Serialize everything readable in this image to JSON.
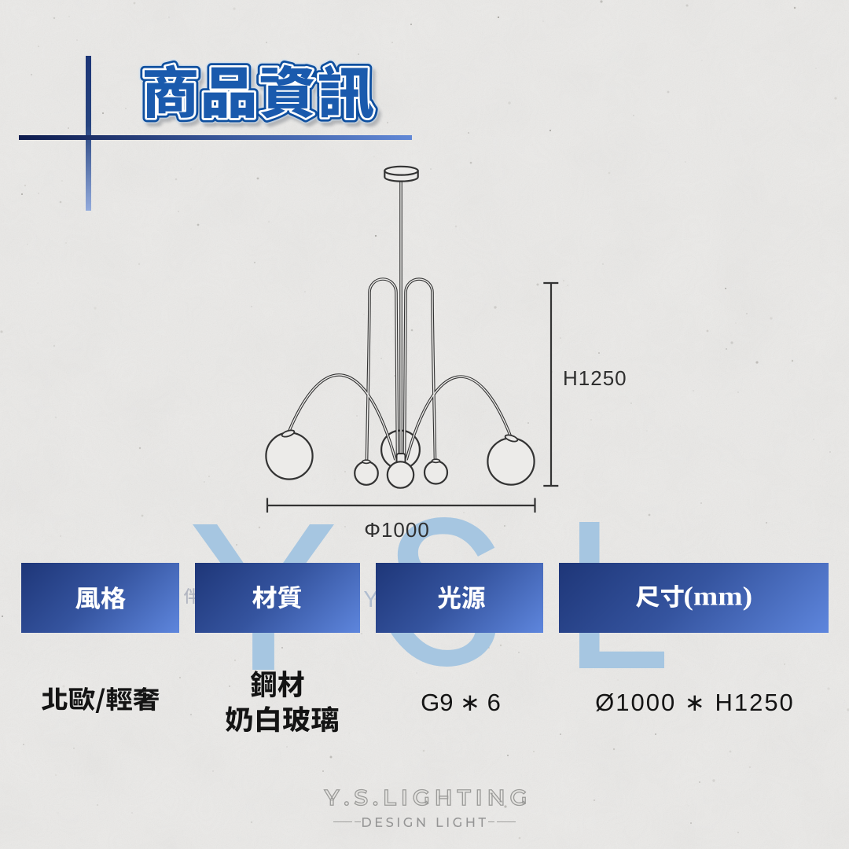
{
  "page": {
    "heading": "商品資訊",
    "canvas": "1080x1080",
    "style": "paper-texture product spec sheet"
  },
  "diagram": {
    "subject": "6-light pendant chandelier line drawing",
    "height_label": "H1250",
    "diameter_label": "Φ1000"
  },
  "specs": {
    "columns": [
      {
        "label": "風格",
        "value": "北歐/輕奢"
      },
      {
        "label": "材質",
        "value": "鋼材 奶白玻璃",
        "value_lines": [
          "鋼材",
          "奶白玻璃"
        ]
      },
      {
        "label": "光源",
        "value": "G9 ∗ 6"
      },
      {
        "label": "尺寸(mm)",
        "value": "Ø1000 ∗ H1250"
      }
    ]
  },
  "watermark": {
    "letters": "YSL",
    "ghost_left": "伴",
    "ghost_right": "Y"
  },
  "footer": {
    "brand": "Y.S.LIGHTING",
    "tagline": "DESIGN LIGHT"
  },
  "colors": {
    "paper": "#ebeae8",
    "title_fill": "#1a5aad",
    "title_outline": "#0e4f9f",
    "accent_dark": "#101d50",
    "accent_light": "#6188d6",
    "box_gradient_start": "#1e3678",
    "box_gradient_end": "#5e86dd",
    "drawing_ink": "#3a3a3a",
    "watermark_blue": "#adcbe5",
    "logo_gray": "#9b9b9b"
  }
}
